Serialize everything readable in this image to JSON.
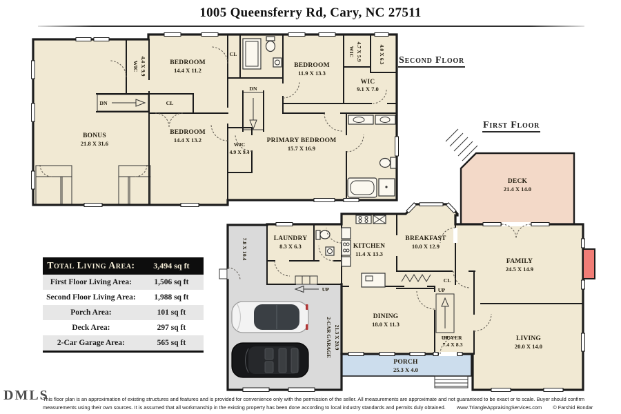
{
  "header": {
    "address": "1005 Queensferry Rd, Cary, NC 27511"
  },
  "floor_labels": {
    "second": "Second Floor",
    "first": "First Floor"
  },
  "second_floor": {
    "rooms": {
      "bonus": {
        "name": "BONUS",
        "dims": "21.8 X 31.6"
      },
      "wic_bonus": {
        "name": "WIC",
        "dims": "4.4 X 9.9"
      },
      "bedroom1": {
        "name": "BEDROOM",
        "dims": "14.4 X 11.2"
      },
      "bedroom2": {
        "name": "BEDROOM",
        "dims": "14.4 X 13.2"
      },
      "bedroom3": {
        "name": "BEDROOM",
        "dims": "11.9 X 13.3"
      },
      "wic_small": {
        "name": "WIC",
        "dims": "4.7 X 5.9"
      },
      "closet_4063": {
        "dims": "4.0 X 6.3"
      },
      "wic_hall": {
        "name": "WIC",
        "dims": "9.1 X 7.0"
      },
      "wic_primary": {
        "name": "WIC",
        "dims": "4.9 X 9.4"
      },
      "primary": {
        "name": "PRIMARY BEDROOM",
        "dims": "15.7 X 16.9"
      },
      "cl1": {
        "name": "CL"
      },
      "cl2": {
        "name": "CL"
      },
      "dn1": {
        "name": "DN"
      },
      "dn2": {
        "name": "DN"
      }
    }
  },
  "first_floor": {
    "rooms": {
      "deck": {
        "name": "DECK",
        "dims": "21.4 X 14.0"
      },
      "family": {
        "name": "FAMILY",
        "dims": "24.5 X 14.9"
      },
      "living": {
        "name": "LIVING",
        "dims": "20.0 X 14.0"
      },
      "breakfast": {
        "name": "BREAKFAST",
        "dims": "10.0 X 12.9"
      },
      "kitchen": {
        "name": "KITCHEN",
        "dims": "11.4 X 13.3"
      },
      "laundry": {
        "name": "LAUNDRY",
        "dims": "8.3 X 6.3"
      },
      "dining": {
        "name": "DINING",
        "dims": "18.0 X 11.3"
      },
      "foyer": {
        "name": "FOYER",
        "dims": "7.4 X 8.3"
      },
      "porch": {
        "name": "PORCH",
        "dims": "25.3 X 4.0"
      },
      "garage": {
        "name": "2-CAR GARAGE",
        "dims": "21.3 X 20.9"
      },
      "storage": {
        "dims": "7.8 X 10.4"
      },
      "cl": {
        "name": "CL"
      },
      "up_main": {
        "name": "UP"
      },
      "up_upper": {
        "name": "UP"
      },
      "up_garage": {
        "name": "UP"
      }
    }
  },
  "area_table": {
    "rows": [
      {
        "label": "Total Living Area:",
        "value": "3,494 sq ft"
      },
      {
        "label": "First Floor Living Area:",
        "value": "1,506 sq ft"
      },
      {
        "label": "Second Floor Living Area:",
        "value": "1,988 sq ft"
      },
      {
        "label": "Porch Area:",
        "value": "101 sq ft"
      },
      {
        "label": "Deck Area:",
        "value": "297 sq ft"
      },
      {
        "label": "2-Car Garage Area:",
        "value": "565 sq ft"
      }
    ]
  },
  "footer": {
    "logo": "DMLS",
    "line1": "This floor plan is an approximation of existing structures and features and is provided for convenience only with the permission of the seller.  All measurements are approximate and not guaranteed to be exact or to scale.  Buyer should confirm",
    "line2": "measurements using their own sources.  It is assumed that all workmanship in the existing property has been done according to local industry standards and permits duly obtained.",
    "website": "www.TriangleAppraisingServices.com",
    "copyright": "© Farshid Bondar"
  },
  "colors": {
    "wall": "#1c1c1c",
    "room_fill": "#f1e9d3",
    "deck_fill": "#f3d9c8",
    "porch_fill": "#ccdded",
    "garage_fill": "#dadada",
    "closet_fill": "#e4d2a9",
    "fireplace": "#f17d76"
  }
}
